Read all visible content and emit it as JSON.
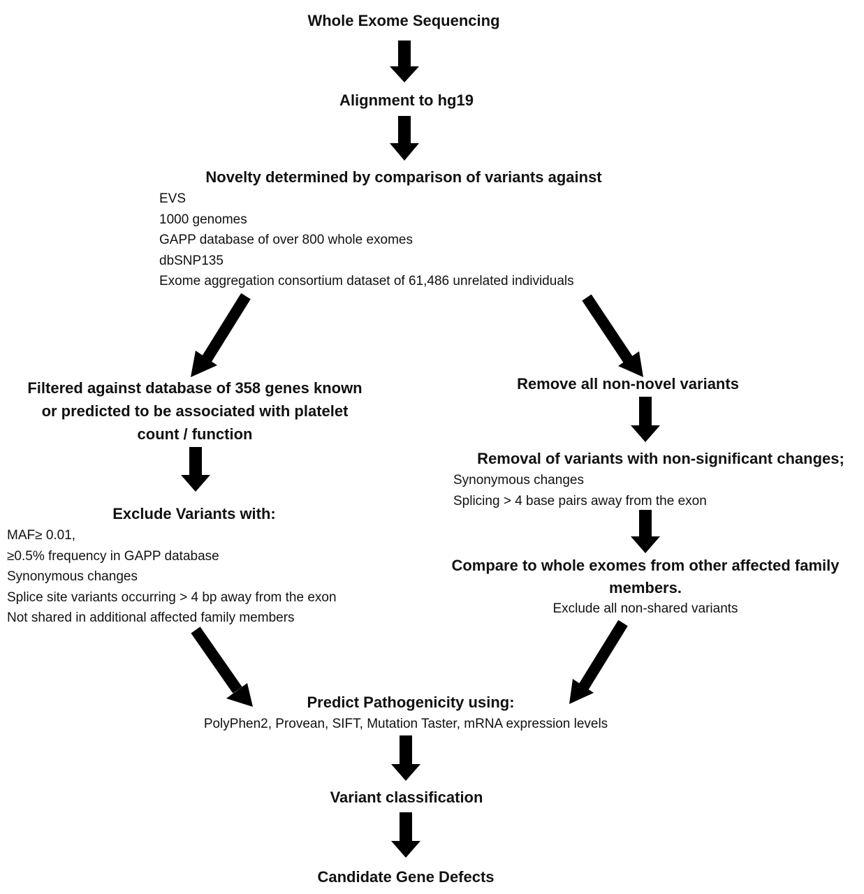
{
  "steps": {
    "wes": "Whole Exome Sequencing",
    "align": "Alignment to hg19",
    "novelty": {
      "title": "Novelty determined by comparison of variants against",
      "items": [
        "EVS",
        "1000 genomes",
        "GAPP database of over 800 whole exomes",
        "dbSNP135",
        "Exome aggregation consortium dataset of 61,486 unrelated individuals"
      ]
    },
    "left": {
      "filtered_line1": "Filtered against database of 358 genes known",
      "filtered_line2": "or predicted to be associated with platelet",
      "filtered_line3": "count / function",
      "exclude": {
        "title": "Exclude Variants with:",
        "items": [
          "MAF≥ 0.01,",
          "≥0.5% frequency in GAPP database",
          "Synonymous changes",
          "Splice site variants occurring > 4 bp away from the exon",
          "Not shared in additional affected family members"
        ]
      }
    },
    "right": {
      "remove": "Remove all non-novel variants",
      "removal": {
        "title": "Removal of variants with non-significant changes;",
        "items": [
          "Synonymous changes",
          "Splicing > 4 base pairs away from the exon"
        ]
      },
      "compare_line1": "Compare to whole exomes from other affected family",
      "compare_line2": "members.",
      "compare_sub": "Exclude all non-shared variants"
    },
    "predict": {
      "title": "Predict Pathogenicity using:",
      "tools": "PolyPhen2, Provean, SIFT, Mutation Taster, mRNA expression levels"
    },
    "classification": "Variant classification",
    "candidates": "Candidate Gene Defects"
  },
  "style": {
    "arrow_color": "#000000"
  }
}
